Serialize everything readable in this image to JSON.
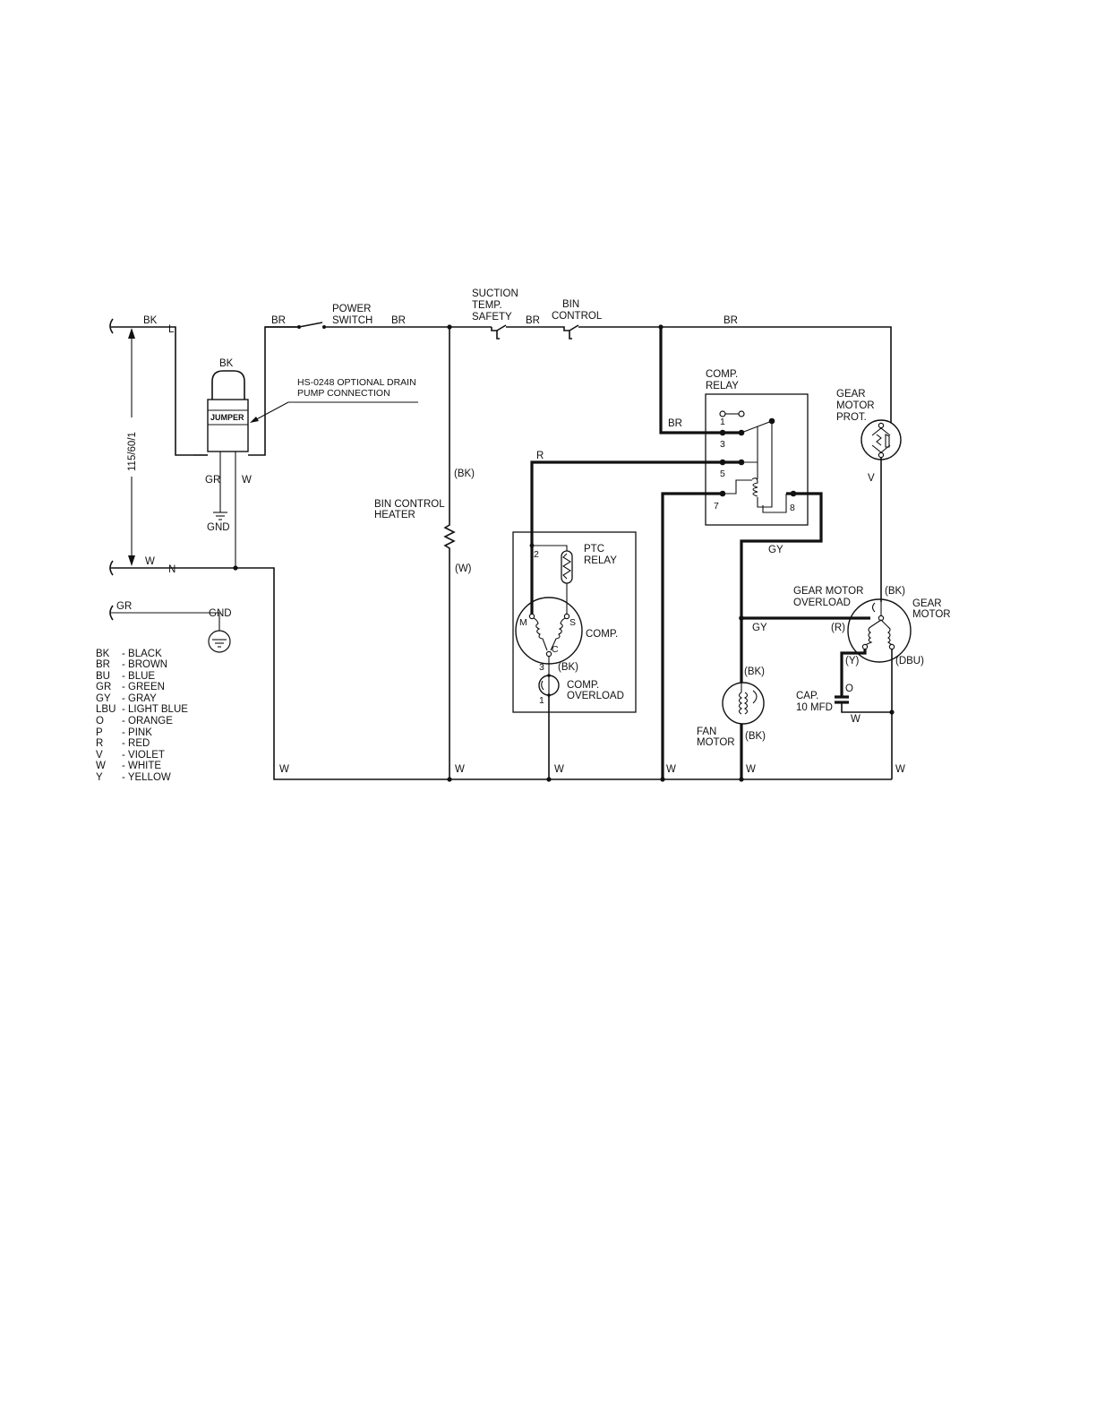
{
  "wire_labels": {
    "line_bk": "BK",
    "line_l": "L",
    "br_1": "BR",
    "br_2": "BR",
    "br_3": "BR",
    "br_4": "BR",
    "br_relay": "BR",
    "neutral_w": "W",
    "neutral_n": "N",
    "r": "R",
    "gy_1": "GY",
    "gy_2": "GY",
    "v": "V",
    "jumper_bk": "BK",
    "jumper_gr": "GR",
    "jumper_w": "W",
    "heater_bk": "(BK)",
    "heater_w": "(W)",
    "bottom_w": [
      "W",
      "W",
      "W",
      "W",
      "W",
      "W"
    ],
    "gm_bk": "(BK)",
    "gm_r": "(R)",
    "gm_y": "(Y)",
    "gm_dbu": "(DBU)",
    "fan_bk_top": "(BK)",
    "fan_bk_bottom": "(BK)",
    "cap_o": "O",
    "cap_w": "W",
    "overload_bk": "(BK)",
    "gr_lead": "GR"
  },
  "components": {
    "power_switch": [
      "POWER",
      "SWITCH"
    ],
    "suction_safety": [
      "SUCTION",
      "TEMP.",
      "SAFETY"
    ],
    "bin_control": [
      "BIN",
      "CONTROL"
    ],
    "drain_note": [
      "HS-0248 OPTIONAL DRAIN",
      "PUMP CONNECTION"
    ],
    "jumper": "JUMPER",
    "gnd": "GND",
    "gnd_2": "GND",
    "voltage": "115/60/1",
    "bin_heater": [
      "BIN CONTROL",
      "HEATER"
    ],
    "ptc_relay": [
      "PTC",
      "RELAY"
    ],
    "comp": "COMP.",
    "comp_overload": [
      "COMP.",
      "OVERLOAD"
    ],
    "comp_relay": [
      "COMP.",
      "RELAY"
    ],
    "gear_motor_prot": [
      "GEAR",
      "MOTOR",
      "PROT."
    ],
    "gear_motor_overload": [
      "GEAR MOTOR",
      "OVERLOAD"
    ],
    "gear_motor": [
      "GEAR",
      "MOTOR"
    ],
    "fan_motor": [
      "FAN",
      "MOTOR"
    ],
    "cap": [
      "CAP.",
      "10 MFD"
    ],
    "comp_terminals": {
      "m": "M",
      "s": "S",
      "c": "C"
    },
    "ptc_terminal": "2",
    "overload_terminals": {
      "top": "3",
      "bottom": "1"
    },
    "relay_terminals": [
      "1",
      "3",
      "5",
      "7",
      "8"
    ]
  },
  "legend": [
    {
      "code": "BK",
      "name": "- BLACK"
    },
    {
      "code": "BR",
      "name": "- BROWN"
    },
    {
      "code": "BU",
      "name": "- BLUE"
    },
    {
      "code": "GR",
      "name": "- GREEN"
    },
    {
      "code": "GY",
      "name": "- GRAY"
    },
    {
      "code": "LBU",
      "name": "- LIGHT BLUE"
    },
    {
      "code": "O",
      "name": "- ORANGE"
    },
    {
      "code": "P",
      "name": "- PINK"
    },
    {
      "code": "R",
      "name": "- RED"
    },
    {
      "code": "V",
      "name": "- VIOLET"
    },
    {
      "code": "W",
      "name": "- WHITE"
    },
    {
      "code": "Y",
      "name": "- YELLOW"
    }
  ]
}
